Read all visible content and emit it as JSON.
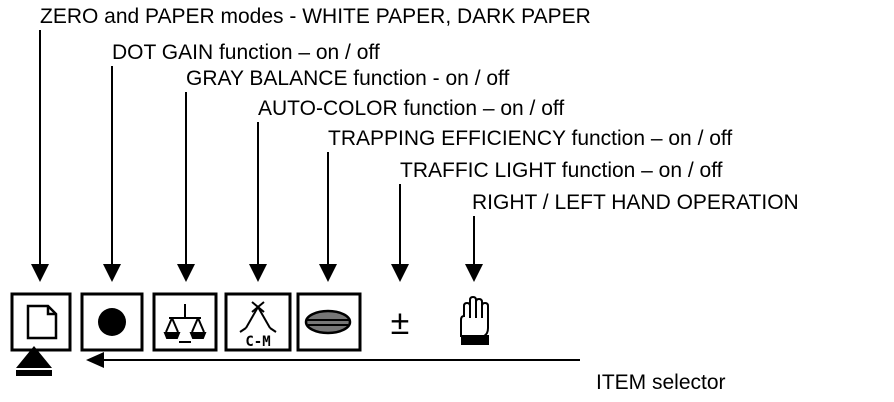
{
  "labels": {
    "zero_paper": "ZERO and PAPER modes - WHITE PAPER, DARK PAPER",
    "dot_gain": "DOT GAIN function – on / off",
    "gray_balance": "GRAY BALANCE function - on / off",
    "auto_color": "AUTO-COLOR function  – on / off",
    "trapping": "TRAPPING EFFICIENCY function – on / off",
    "traffic_light": "TRAFFIC LIGHT function – on / off",
    "hand_operation": "RIGHT / LEFT HAND OPERATION",
    "item_selector": "ITEM selector"
  },
  "icons": {
    "plus_minus": "±",
    "cm_text": "C-M"
  }
}
